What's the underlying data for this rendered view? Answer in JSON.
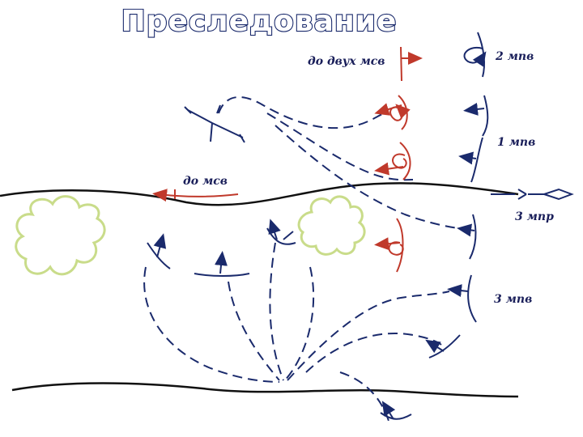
{
  "title": "Преследование",
  "labels": {
    "two_msv": "до двух мсв",
    "msv": "до мсв",
    "mpv2": "2 мпв",
    "mpv1": "1 мпв",
    "mpr3": "3 мпр",
    "mpv3": "3 мпв"
  },
  "colors": {
    "blue": "#1a2a6c",
    "red": "#c0392b",
    "bush": "#c9dc8a",
    "line": "#111111"
  }
}
